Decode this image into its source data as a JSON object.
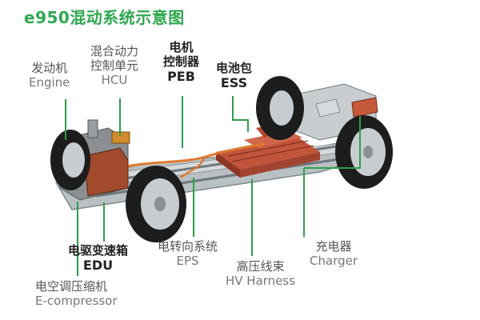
{
  "title": "e950混动系统示意图",
  "components": {
    "engine": {
      "zh": "发动机",
      "en": "Engine"
    },
    "hcu": {
      "zh": "混合动力控制单元",
      "zh_line1": "混合动力",
      "zh_line2": "控制单元",
      "en": "HCU"
    },
    "peb": {
      "zh_line1": "电机",
      "zh_line2": "控制器",
      "en": "PEB"
    },
    "ess": {
      "zh": "电池包",
      "en": "ESS"
    },
    "edu": {
      "zh": "电驱变速箱",
      "en": "EDU"
    },
    "ecompressor": {
      "zh": "电空调压缩机",
      "en": "E-compressor"
    },
    "eps": {
      "zh": "电转向系统",
      "en": "EPS"
    },
    "hv_harness": {
      "zh": "高压线束",
      "en": "HV Harness"
    },
    "charger": {
      "zh": "充电器",
      "en": "Charger"
    }
  },
  "colors": {
    "title": "#2fa84f",
    "leader_line": "#2e9e4a",
    "chassis": "#9aa3a8",
    "battery": "#b8533c",
    "engine_block": "#8c8f91",
    "hv_cable": "#e07a2e",
    "tire": "#1d1d1d",
    "rim": "#c7ccd0"
  }
}
